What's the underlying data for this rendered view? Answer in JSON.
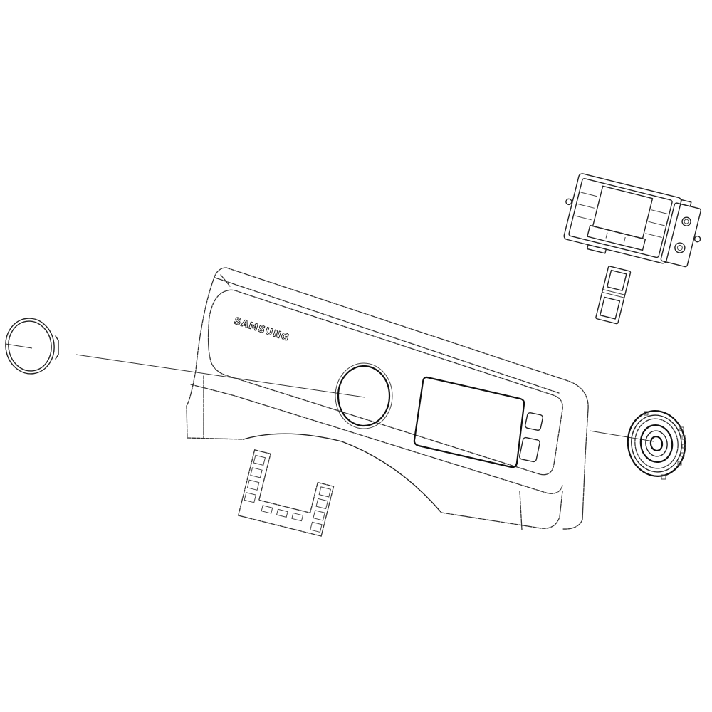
{
  "diagram": {
    "type": "exploded-parts-diagram",
    "subject": "control panel assembly",
    "colors": {
      "background": "#ffffff",
      "line": "#222222"
    },
    "parts": [
      {
        "id": "knob-trim-ring",
        "label": ""
      },
      {
        "id": "control-panel-fascia",
        "label": ""
      },
      {
        "id": "display-pcb-assembly",
        "label": ""
      },
      {
        "id": "connector-bracket",
        "label": ""
      },
      {
        "id": "button-membrane",
        "label": ""
      },
      {
        "id": "rotary-encoder-knob",
        "label": ""
      }
    ],
    "logo_text": "SAMSUNG"
  }
}
